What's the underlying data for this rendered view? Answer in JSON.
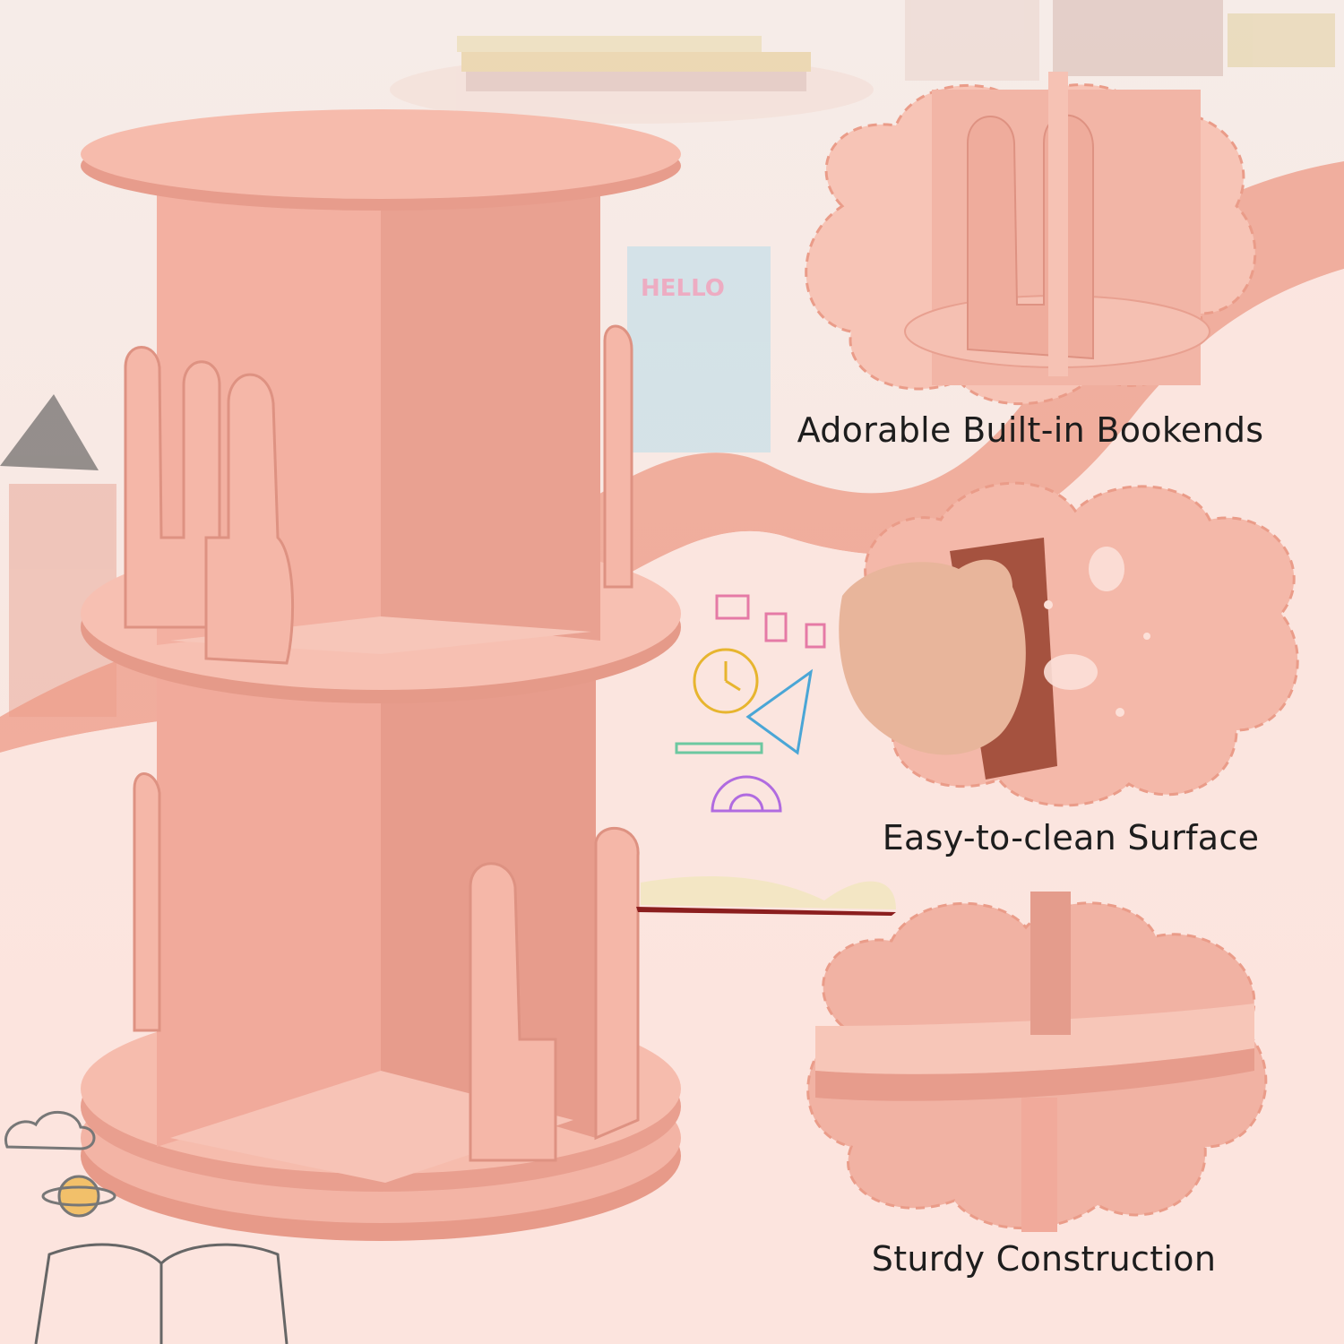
{
  "features": [
    {
      "caption": "Adorable Built-in Bookends",
      "icon": "bunny-bookend-icon"
    },
    {
      "caption": "Easy-to-clean Surface",
      "icon": "cloth-wipe-icon"
    },
    {
      "caption": "Sturdy Construction",
      "icon": "shelf-joint-icon"
    }
  ],
  "colors": {
    "background": "#fbe9e4",
    "shelf_pink": "#f0aa9c",
    "shelf_shadow": "#d98b7c",
    "accent_wave": "#ee9a86",
    "caption_text": "#1d1d1d"
  }
}
